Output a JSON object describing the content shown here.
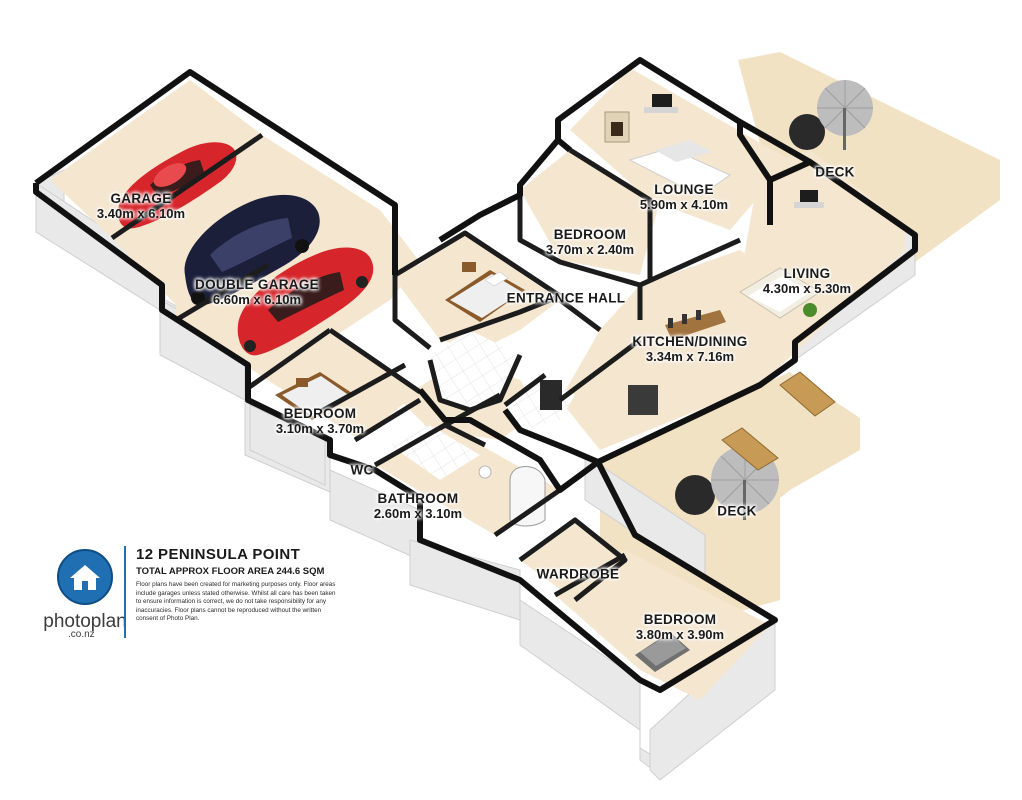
{
  "property": {
    "title": "12 PENINSULA POINT",
    "floor_area": "TOTAL APPROX FLOOR AREA 244.6 SQM",
    "disclaimer": "Floor plans have been created for marketing purposes only. Floor areas include garages unless stated otherwise. Whilst all care has been taken to ensure information is correct, we do not take responsibility for any inaccuracies. Floor plans cannot be reproduced without the written consent of Photo Plan."
  },
  "brand": {
    "name": "photoplan",
    "domain": ".co.nz",
    "icon": "house-icon",
    "color": "#1f6fb2"
  },
  "colors": {
    "floor": "#f4e6cf",
    "deck": "#f2e2c4",
    "wall_top": "#1c1c1c",
    "wall_side": "#e9e9e9"
  },
  "rooms": {
    "garage": {
      "name": "GARAGE",
      "dims": "3.40m x 6.10m"
    },
    "double_garage": {
      "name": "DOUBLE GARAGE",
      "dims": "6.60m x 6.10m"
    },
    "entrance_hall": {
      "name": "ENTRANCE HALL"
    },
    "bedroom_1": {
      "name": "BEDROOM",
      "dims": "3.70m x 2.40m"
    },
    "lounge": {
      "name": "LOUNGE",
      "dims": "5.90m x 4.10m"
    },
    "deck_1": {
      "name": "DECK"
    },
    "living": {
      "name": "LIVING",
      "dims": "4.30m x 5.30m"
    },
    "kitchen_dining": {
      "name": "KITCHEN/DINING",
      "dims": "3.34m x 7.16m"
    },
    "bedroom_2": {
      "name": "BEDROOM",
      "dims": "3.10m x 3.70m"
    },
    "wc": {
      "name": "WC"
    },
    "bathroom": {
      "name": "BATHROOM",
      "dims": "2.60m x 3.10m"
    },
    "deck_2": {
      "name": "DECK"
    },
    "wardrobe": {
      "name": "WARDROBE"
    },
    "bedroom_3": {
      "name": "BEDROOM",
      "dims": "3.80m x 3.90m"
    }
  }
}
